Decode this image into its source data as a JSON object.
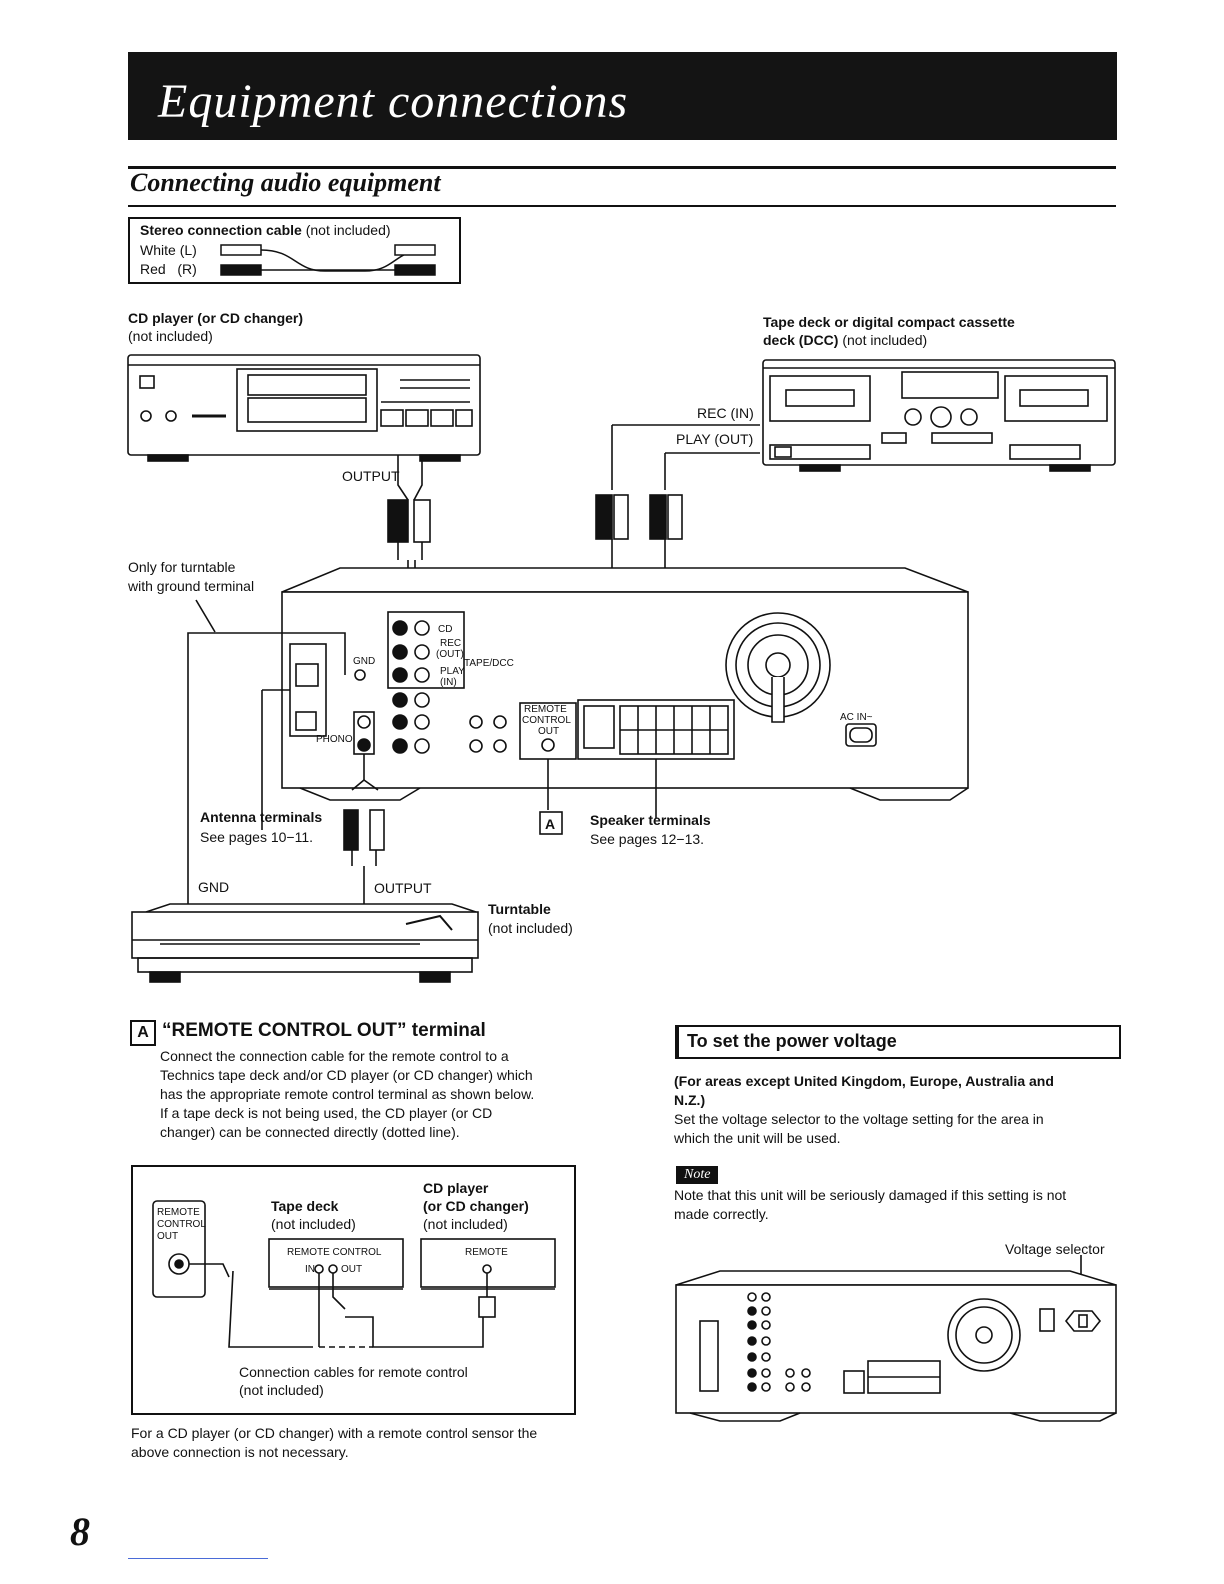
{
  "header": {
    "title": "Equipment connections"
  },
  "section": {
    "title": "Connecting audio equipment"
  },
  "cable": {
    "name": "Stereo connection cable",
    "note": "(not included)",
    "white": "White",
    "white_ch": "(L)",
    "red": "Red",
    "red_ch": "(R)"
  },
  "cd": {
    "name": "CD player (or CD changer)",
    "note": "(not included)",
    "output": "OUTPUT"
  },
  "tape": {
    "name": "Tape deck or digital compact cassette",
    "name2": "deck (DCC)",
    "note": "(not included)",
    "rec_in": "REC (IN)",
    "play_out": "PLAY (OUT)"
  },
  "ground_note": {
    "line1": "Only for turntable",
    "line2": "with ground terminal"
  },
  "receiver": {
    "cd": "CD",
    "rec": "REC",
    "out": "(OUT)",
    "tape_dcc": "TAPE/DCC",
    "play": "PLAY",
    "in": "(IN)",
    "gnd": "GND",
    "phono": "PHONO",
    "remote1": "REMOTE",
    "remote2": "CONTROL",
    "remote3": "OUT",
    "ac_in": "AC IN~"
  },
  "antenna": {
    "label": "Antenna terminals",
    "see": "See pages 10−11."
  },
  "speaker": {
    "label": "Speaker terminals",
    "see": "See pages 12−13."
  },
  "marker_a": "A",
  "turntable": {
    "gnd": "GND",
    "output": "OUTPUT",
    "name": "Turntable",
    "note": "(not included)"
  },
  "remote_section": {
    "marker": "A",
    "title": "“REMOTE CONTROL OUT” terminal",
    "body": [
      "Connect the connection cable for the remote control to a",
      "Technics tape deck and/or CD player (or CD changer) which",
      "has the appropriate remote control terminal as shown below.",
      "If a tape deck is not being used, the CD player (or CD",
      "changer) can be connected directly (dotted line)."
    ],
    "diagram": {
      "out1": "REMOTE",
      "out2": "CONTROL",
      "out3": "OUT",
      "tape": "Tape deck",
      "tape_note": "(not included)",
      "cd": "CD player",
      "cd2": "(or CD changer)",
      "cd_note": "(not included)",
      "tape_jack": "REMOTE CONTROL",
      "in": "IN",
      "out": "OUT",
      "cd_jack": "REMOTE",
      "cables": "Connection cables for remote control",
      "cables_note": "(not included)"
    },
    "footer": [
      "For a CD player (or CD changer) with a remote control sensor the",
      "above connection is not necessary."
    ]
  },
  "power": {
    "title": "To set the power voltage",
    "areas_1": "(For areas except United Kingdom, Europe, Australia and",
    "areas_2": "N.Z.)",
    "body": [
      "Set the voltage selector to the voltage setting for the area in",
      "which the unit will be used."
    ],
    "note_tag": "Note",
    "note": [
      "Note that this unit will be seriously damaged if this setting is not",
      "made correctly."
    ],
    "selector": "Voltage selector"
  },
  "page_number": "8"
}
